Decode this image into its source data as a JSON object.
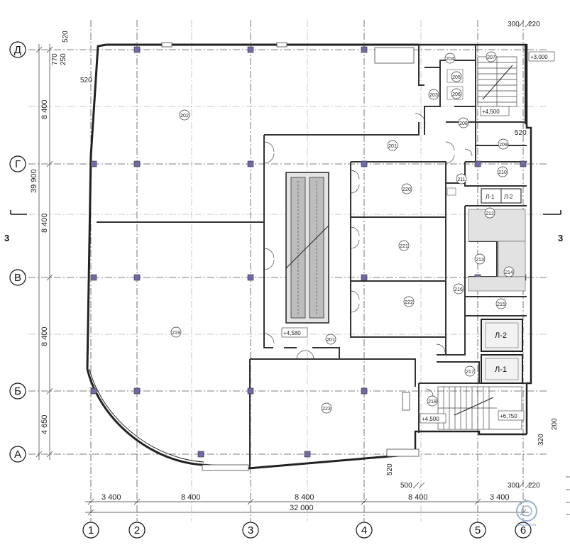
{
  "axes": {
    "vertical": [
      "1",
      "2",
      "3",
      "4",
      "5",
      "6"
    ],
    "horizontal": [
      "Д",
      "Г",
      "В",
      "Б",
      "А"
    ]
  },
  "dimensions": {
    "bottom_spans": [
      "3 400",
      "8 400",
      "8 400",
      "8 400",
      "3 400"
    ],
    "bottom_total": "32 000",
    "left_spans": [
      "8 400",
      "8 400",
      "8 400",
      "4 650"
    ],
    "left_total": "39 900",
    "top_small": [
      "520",
      "770",
      "250",
      "520"
    ],
    "top_right": [
      "300",
      "220"
    ],
    "right_small": [
      "520",
      "320",
      "200"
    ],
    "bottom_small": [
      "520",
      "500"
    ],
    "bottom_right": [
      "300",
      "220"
    ]
  },
  "section_marks": [
    "3",
    "3"
  ],
  "rooms": [
    "202",
    "201",
    "219",
    "201",
    "220",
    "221",
    "222",
    "223",
    "203",
    "204",
    "205",
    "206",
    "207",
    "208",
    "209",
    "210",
    "211",
    "212",
    "213",
    "214",
    "215",
    "216",
    "217",
    "218"
  ],
  "fixture_labels": [
    "Л-1",
    "Л-2"
  ],
  "lifts": [
    "Л-2",
    "Л-1"
  ],
  "levels": [
    "+3,000",
    "+4,500",
    "+4,580",
    "+4,500",
    "+6,750"
  ],
  "watermark": {
    "text": "www.cian.ru"
  }
}
